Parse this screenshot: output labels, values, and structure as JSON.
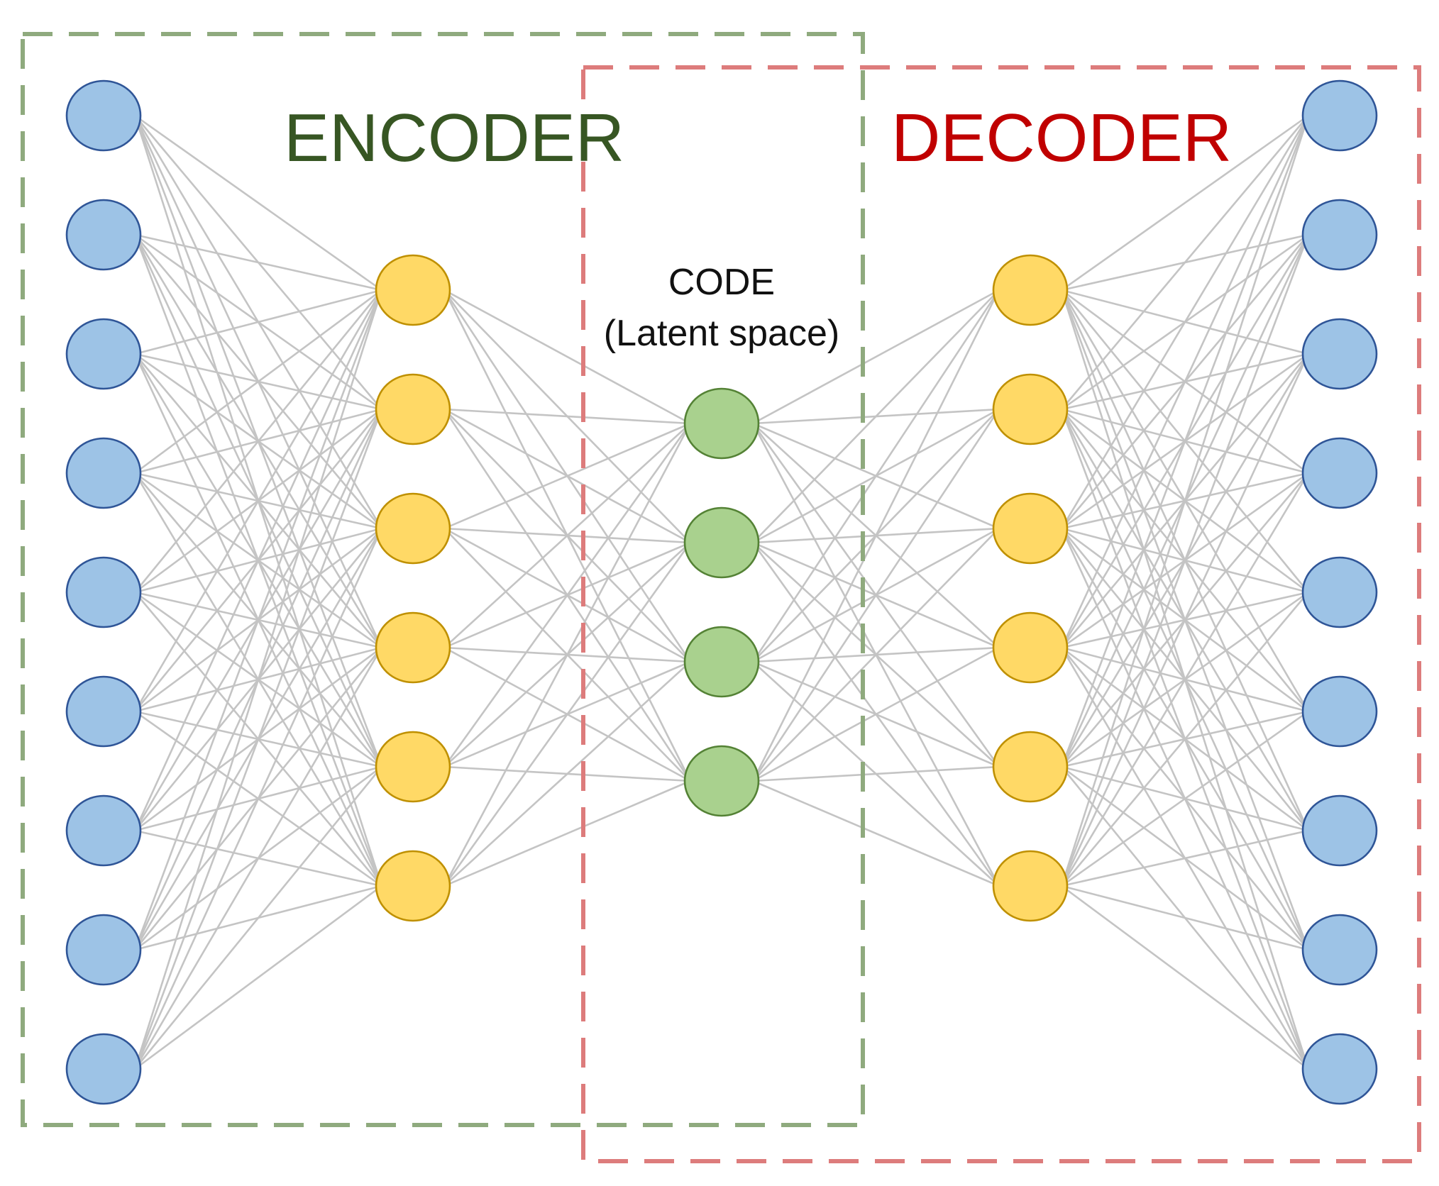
{
  "labels": {
    "encoder": "ENCODER",
    "decoder": "DECODER",
    "code_line1": "CODE",
    "code_line2": "(Latent space)"
  },
  "layers": [
    {
      "name": "input",
      "count": 9,
      "fill": "#9dc3e6",
      "stroke": "#2f5597"
    },
    {
      "name": "encoder-hidden",
      "count": 6,
      "fill": "#ffd966",
      "stroke": "#bf9000"
    },
    {
      "name": "code",
      "count": 4,
      "fill": "#a9d18e",
      "stroke": "#548235"
    },
    {
      "name": "decoder-hidden",
      "count": 6,
      "fill": "#ffd966",
      "stroke": "#bf9000"
    },
    {
      "name": "output",
      "count": 9,
      "fill": "#9dc3e6",
      "stroke": "#2f5597"
    }
  ],
  "colors": {
    "encoder": "#375623",
    "encoder_box": "#8faa7e",
    "decoder": "#c00000",
    "decoder_box": "#dd7c7c",
    "edge": "#c4c4c4"
  }
}
